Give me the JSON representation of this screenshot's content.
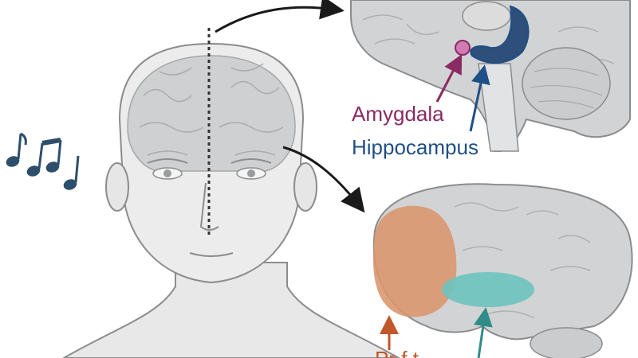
{
  "labels": {
    "amygdala": "Amygdala",
    "hippocampus": "Hippocampus",
    "prefrontal_partial": "Pr f   t"
  },
  "colors": {
    "amygdala": "#8a2a63",
    "hippocampus": "#1f4f86",
    "prefrontal": "#d9956c",
    "temporal": "#6cc3bf",
    "brain_gray": "#cfd0d1",
    "outline": "#8a8c8e",
    "music_notes": "#2d4f6b"
  },
  "icons": [
    "music-notes-icon",
    "arrow-icon"
  ]
}
